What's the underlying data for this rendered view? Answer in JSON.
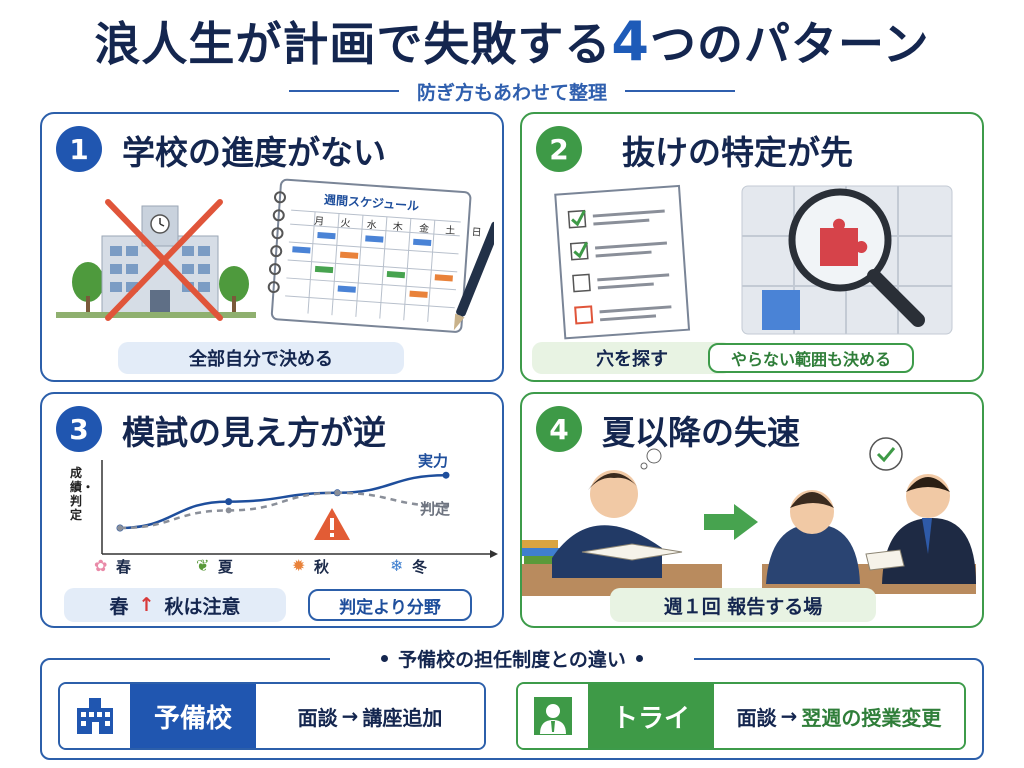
{
  "header": {
    "title_pre": "浪人生が計画で失敗する",
    "title_num": "4",
    "title_post": "つのパターン",
    "subtitle": "防ぎ方もあわせて整理"
  },
  "cards": [
    {
      "number": "1",
      "title": "学校の進度がない",
      "schedule": {
        "title": "週間スケジュール",
        "days": [
          "月",
          "火",
          "水",
          "木",
          "金",
          "土",
          "日"
        ]
      },
      "pill": "全部自分で決める"
    },
    {
      "number": "2",
      "title": "抜けの特定が先",
      "pill_left": "穴を探す",
      "pill_right": "やらない範囲も決める"
    },
    {
      "number": "3",
      "title": "模試の見え方が逆",
      "chart": {
        "ylabel": "成績・判定",
        "series_labels": [
          "実力",
          "判定"
        ],
        "seasons": [
          "春",
          "夏",
          "秋",
          "冬"
        ]
      },
      "pill_left_a": "春",
      "pill_left_arrow": "↑",
      "pill_left_b": "秋は注意",
      "pill_right": "判定より分野"
    },
    {
      "number": "4",
      "title": "夏以降の失速",
      "pill": "週１回 報告する場"
    }
  ],
  "comparison": {
    "title": "予備校の担任制度との違い",
    "yobiko": {
      "label": "予備校",
      "desc_a": "面談",
      "arrow": "→",
      "desc_b": "講座追加"
    },
    "try": {
      "label": "トライ",
      "desc_a": "面談",
      "arrow": "→",
      "desc_b": "翌週の授業変更"
    }
  },
  "chart_data": {
    "type": "line",
    "ylabel": "成績・判定",
    "categories": [
      "春",
      "夏",
      "秋",
      "冬"
    ],
    "series": [
      {
        "name": "実力",
        "values": [
          2.5,
          5.5,
          6.5,
          8.5
        ]
      },
      {
        "name": "判定",
        "values": [
          2.5,
          4.5,
          6.5,
          5.0
        ]
      }
    ],
    "ylim": [
      0,
      10
    ]
  },
  "colors": {
    "navy": "#14264f",
    "blue": "#2056b0",
    "green": "#3e9a47",
    "red_x": "#e0553a",
    "orange": "#e9823a"
  }
}
